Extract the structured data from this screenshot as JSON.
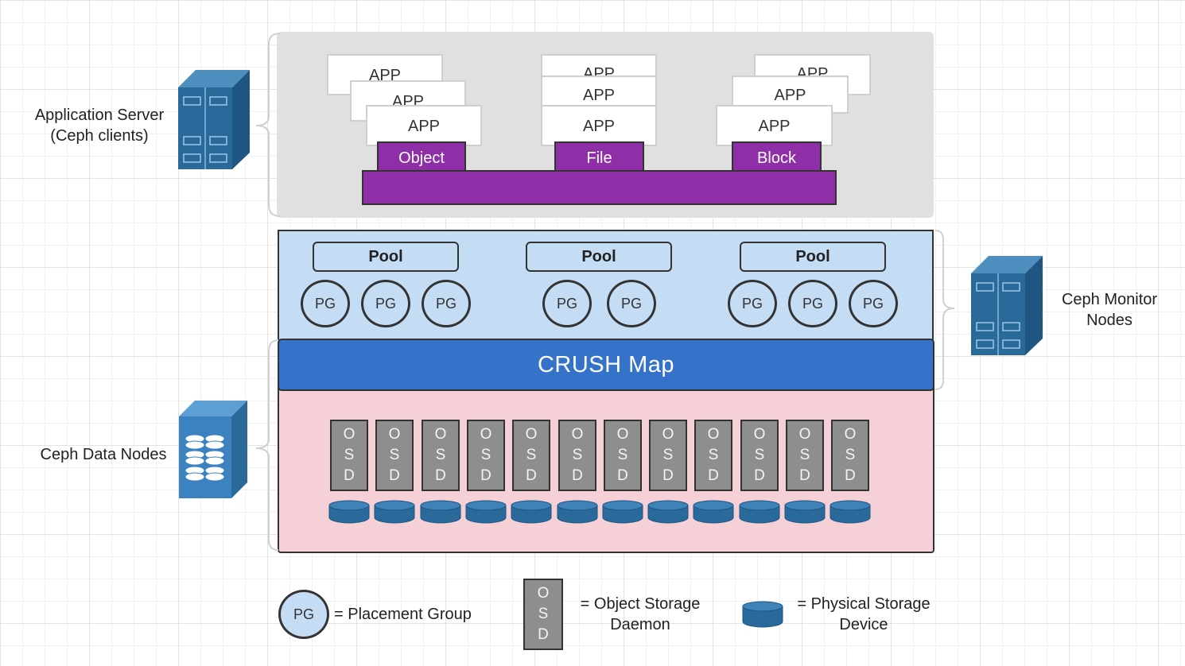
{
  "left_labels": {
    "app_server_line1": "Application Server",
    "app_server_line2": "(Ceph clients)",
    "data_nodes": "Ceph Data Nodes"
  },
  "right_labels": {
    "monitor_line1": "Ceph Monitor",
    "monitor_line2": "Nodes"
  },
  "app_label": "APP",
  "interfaces": [
    "Object",
    "File",
    "Block"
  ],
  "pool_label": "Pool",
  "pg_label": "PG",
  "crush_map": "CRUSH Map",
  "osd_letters": [
    "O",
    "S",
    "D"
  ],
  "osd_count": 12,
  "legend": {
    "pg_symbol": "PG",
    "pg_text": "= Placement Group",
    "osd_text_line1": "= Object Storage",
    "osd_text_line2": "Daemon",
    "disk_text_line1": "= Physical Storage",
    "disk_text_line2": "Device"
  },
  "colors": {
    "purple": "#8e2fa8",
    "light_blue": "#c5dcf5",
    "crush_blue": "#3473c9",
    "pink": "#f5d0d6",
    "osd_grey": "#8e8e8e",
    "disk_blue": "#2a6a9a",
    "server_blue": "#2a6a9a"
  },
  "icons": [
    "server-icon",
    "monitor-server-icon",
    "data-node-icon",
    "disk-icon"
  ]
}
